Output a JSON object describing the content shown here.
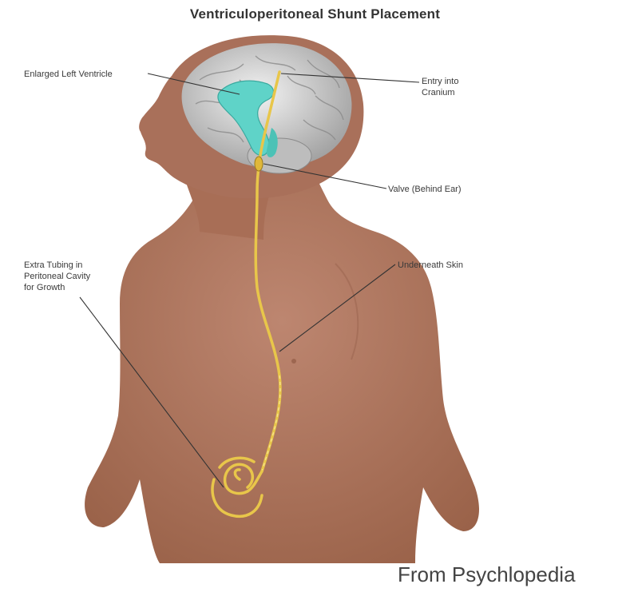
{
  "diagram": {
    "title": "Ventriculoperitoneal Shunt Placement",
    "labels": {
      "enlarged_left_ventricle": "Enlarged Left Ventricle",
      "entry_into_cranium_line1": "Entry into",
      "entry_into_cranium_line2": "Cranium",
      "valve": "Valve (Behind Ear)",
      "underneath_skin": "Underneath Skin",
      "extra_tubing_line1": "Extra Tubing in",
      "extra_tubing_line2": "Peritoneal Cavity",
      "extra_tubing_line3": "for Growth"
    },
    "credit": "From Psychlopedia",
    "colors": {
      "skin": "#b07860",
      "skin_shadow": "#9c6650",
      "brain": "#d9d9d9",
      "ventricle": "#5fd3c8",
      "shunt": "#e8c64a",
      "leader_line": "#333333"
    }
  }
}
